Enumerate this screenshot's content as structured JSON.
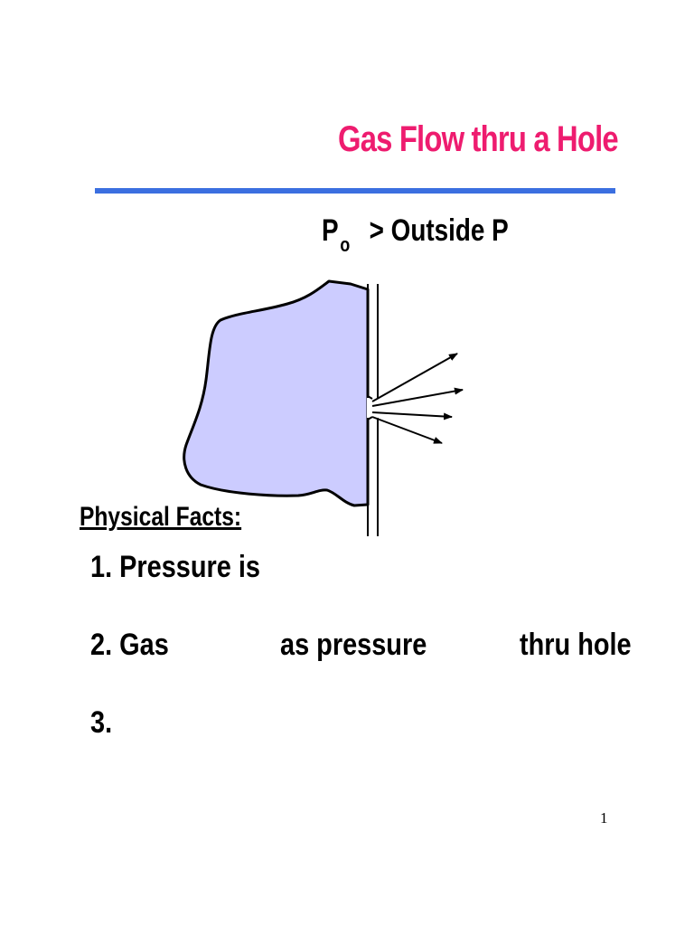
{
  "slide": {
    "title": "Gas Flow thru a Hole",
    "page_number": "1"
  },
  "diagram": {
    "pressure_label": {
      "symbol": "P",
      "subscript": "o",
      "comparison": ">",
      "rhs": "Outside P"
    },
    "gas_fill_color": "#ccccff",
    "title_color": "#ee1c6f",
    "rule_color": "#3b6fe0"
  },
  "facts": {
    "heading": "Physical Facts:",
    "items": [
      {
        "number": "1.",
        "text": "Pressure is"
      },
      {
        "number": "2.",
        "parts": [
          "Gas",
          "as pressure",
          "thru hole"
        ]
      },
      {
        "number": "3.",
        "text": ""
      }
    ]
  }
}
